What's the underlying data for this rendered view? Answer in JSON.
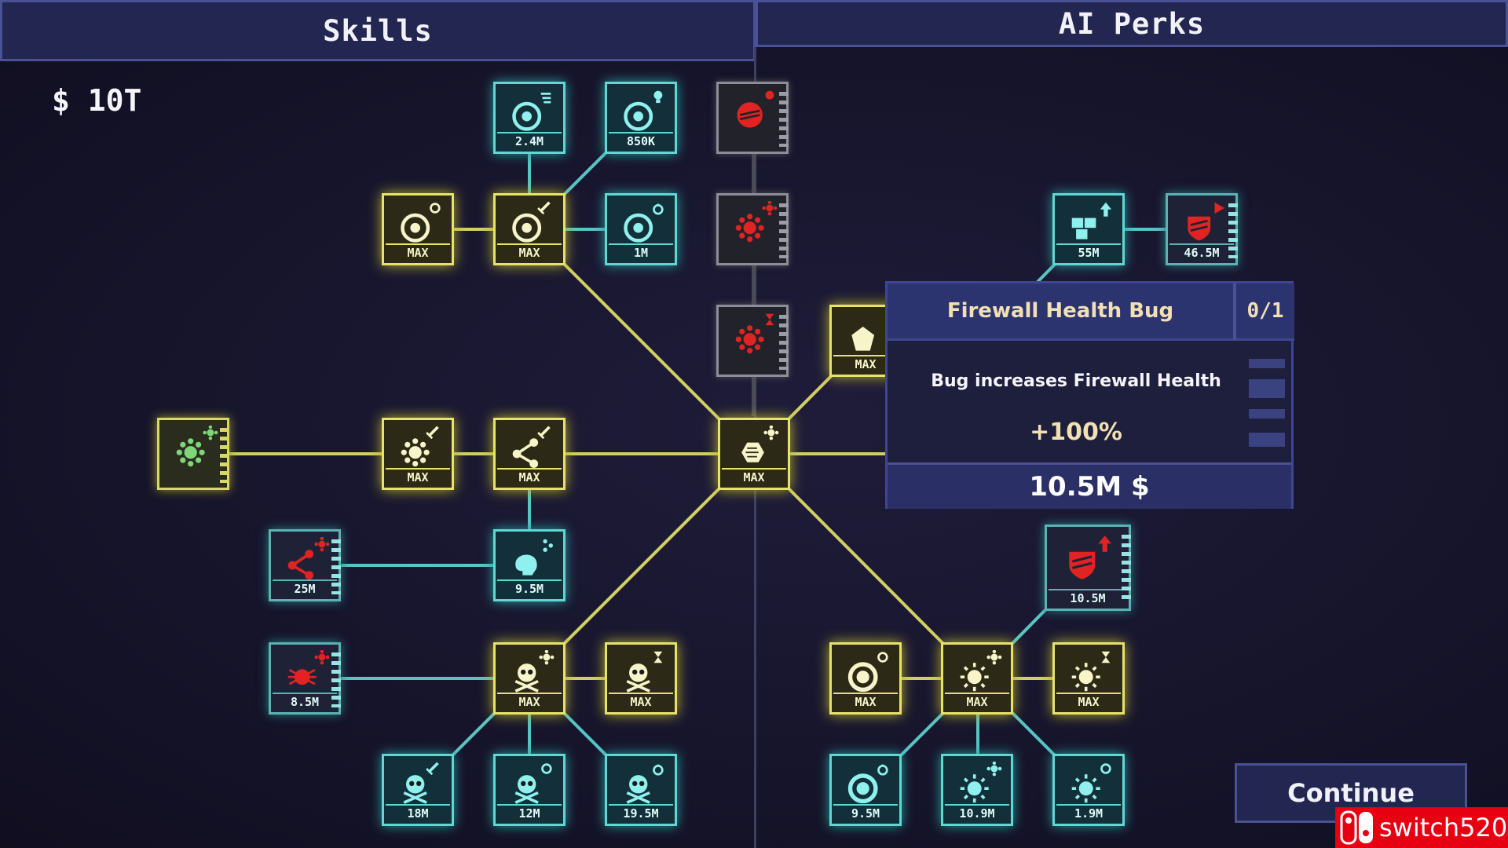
{
  "tabs": {
    "skills": "Skills",
    "ai_perks": "AI Perks"
  },
  "currency": {
    "symbol": "$",
    "amount": "10T"
  },
  "colors": {
    "active": "#e7e36a",
    "available": "#5fd8d4",
    "locked": "#8c8d98",
    "bug": "#e02323"
  },
  "nodes": {
    "t1": {
      "icon": "target-speed-icon",
      "label": "2.4M"
    },
    "t2": {
      "icon": "target-bulb-icon",
      "label": "850K"
    },
    "t3": {
      "icon": "target-ring-icon",
      "label": "MAX"
    },
    "t4": {
      "icon": "target-sword-icon",
      "label": "MAX"
    },
    "t5": {
      "icon": "target-timer-icon",
      "label": "1M"
    },
    "v1": {
      "icon": "virus-sword-icon",
      "label": "MAX"
    },
    "v2": {
      "icon": "share-sword-icon",
      "label": "MAX"
    },
    "core": {
      "icon": "core-hex-icon",
      "label": "MAX"
    },
    "gem": {
      "icon": "gem-icon",
      "label": "MAX"
    },
    "brain": {
      "icon": "brain-share-icon",
      "label": "9.5M"
    },
    "bug1": {
      "icon": "bug-share-icon",
      "label": "25M"
    },
    "bug2": {
      "icon": "bug-spider-icon",
      "label": "8.5M"
    },
    "s1": {
      "icon": "skull-virus-icon",
      "label": "MAX"
    },
    "s2": {
      "icon": "skull-hourglass-icon",
      "label": "MAX"
    },
    "s3": {
      "icon": "skull-sword-icon",
      "label": "18M"
    },
    "s4": {
      "icon": "skull-ring-icon",
      "label": "12M"
    },
    "s5": {
      "icon": "skull-timer-icon",
      "label": "19.5M"
    },
    "u1": {
      "icon": "sun-ring-icon",
      "label": "MAX"
    },
    "u2": {
      "icon": "sun-virus-icon",
      "label": "MAX"
    },
    "u3": {
      "icon": "sun-hourglass-icon",
      "label": "MAX"
    },
    "u4": {
      "icon": "sun-timer-icon",
      "label": "9.5M"
    },
    "u5": {
      "icon": "sun-virus-small-icon",
      "label": "10.9M"
    },
    "u6": {
      "icon": "sun-ring-small-icon",
      "label": "1.9M"
    },
    "blocks": {
      "icon": "blocks-up-icon",
      "label": "55M"
    },
    "shield1": {
      "icon": "shield-bug-icon",
      "label": "46.5M"
    },
    "shield2": {
      "icon": "shield-bug-up-icon",
      "label": "10.5M"
    }
  },
  "tooltip": {
    "title": "Firewall Health Bug",
    "count": "0/1",
    "description": "Bug increases Firewall Health",
    "value": "+100%",
    "cost": "10.5M $"
  },
  "continue_label": "Continue",
  "watermark": "switch520"
}
